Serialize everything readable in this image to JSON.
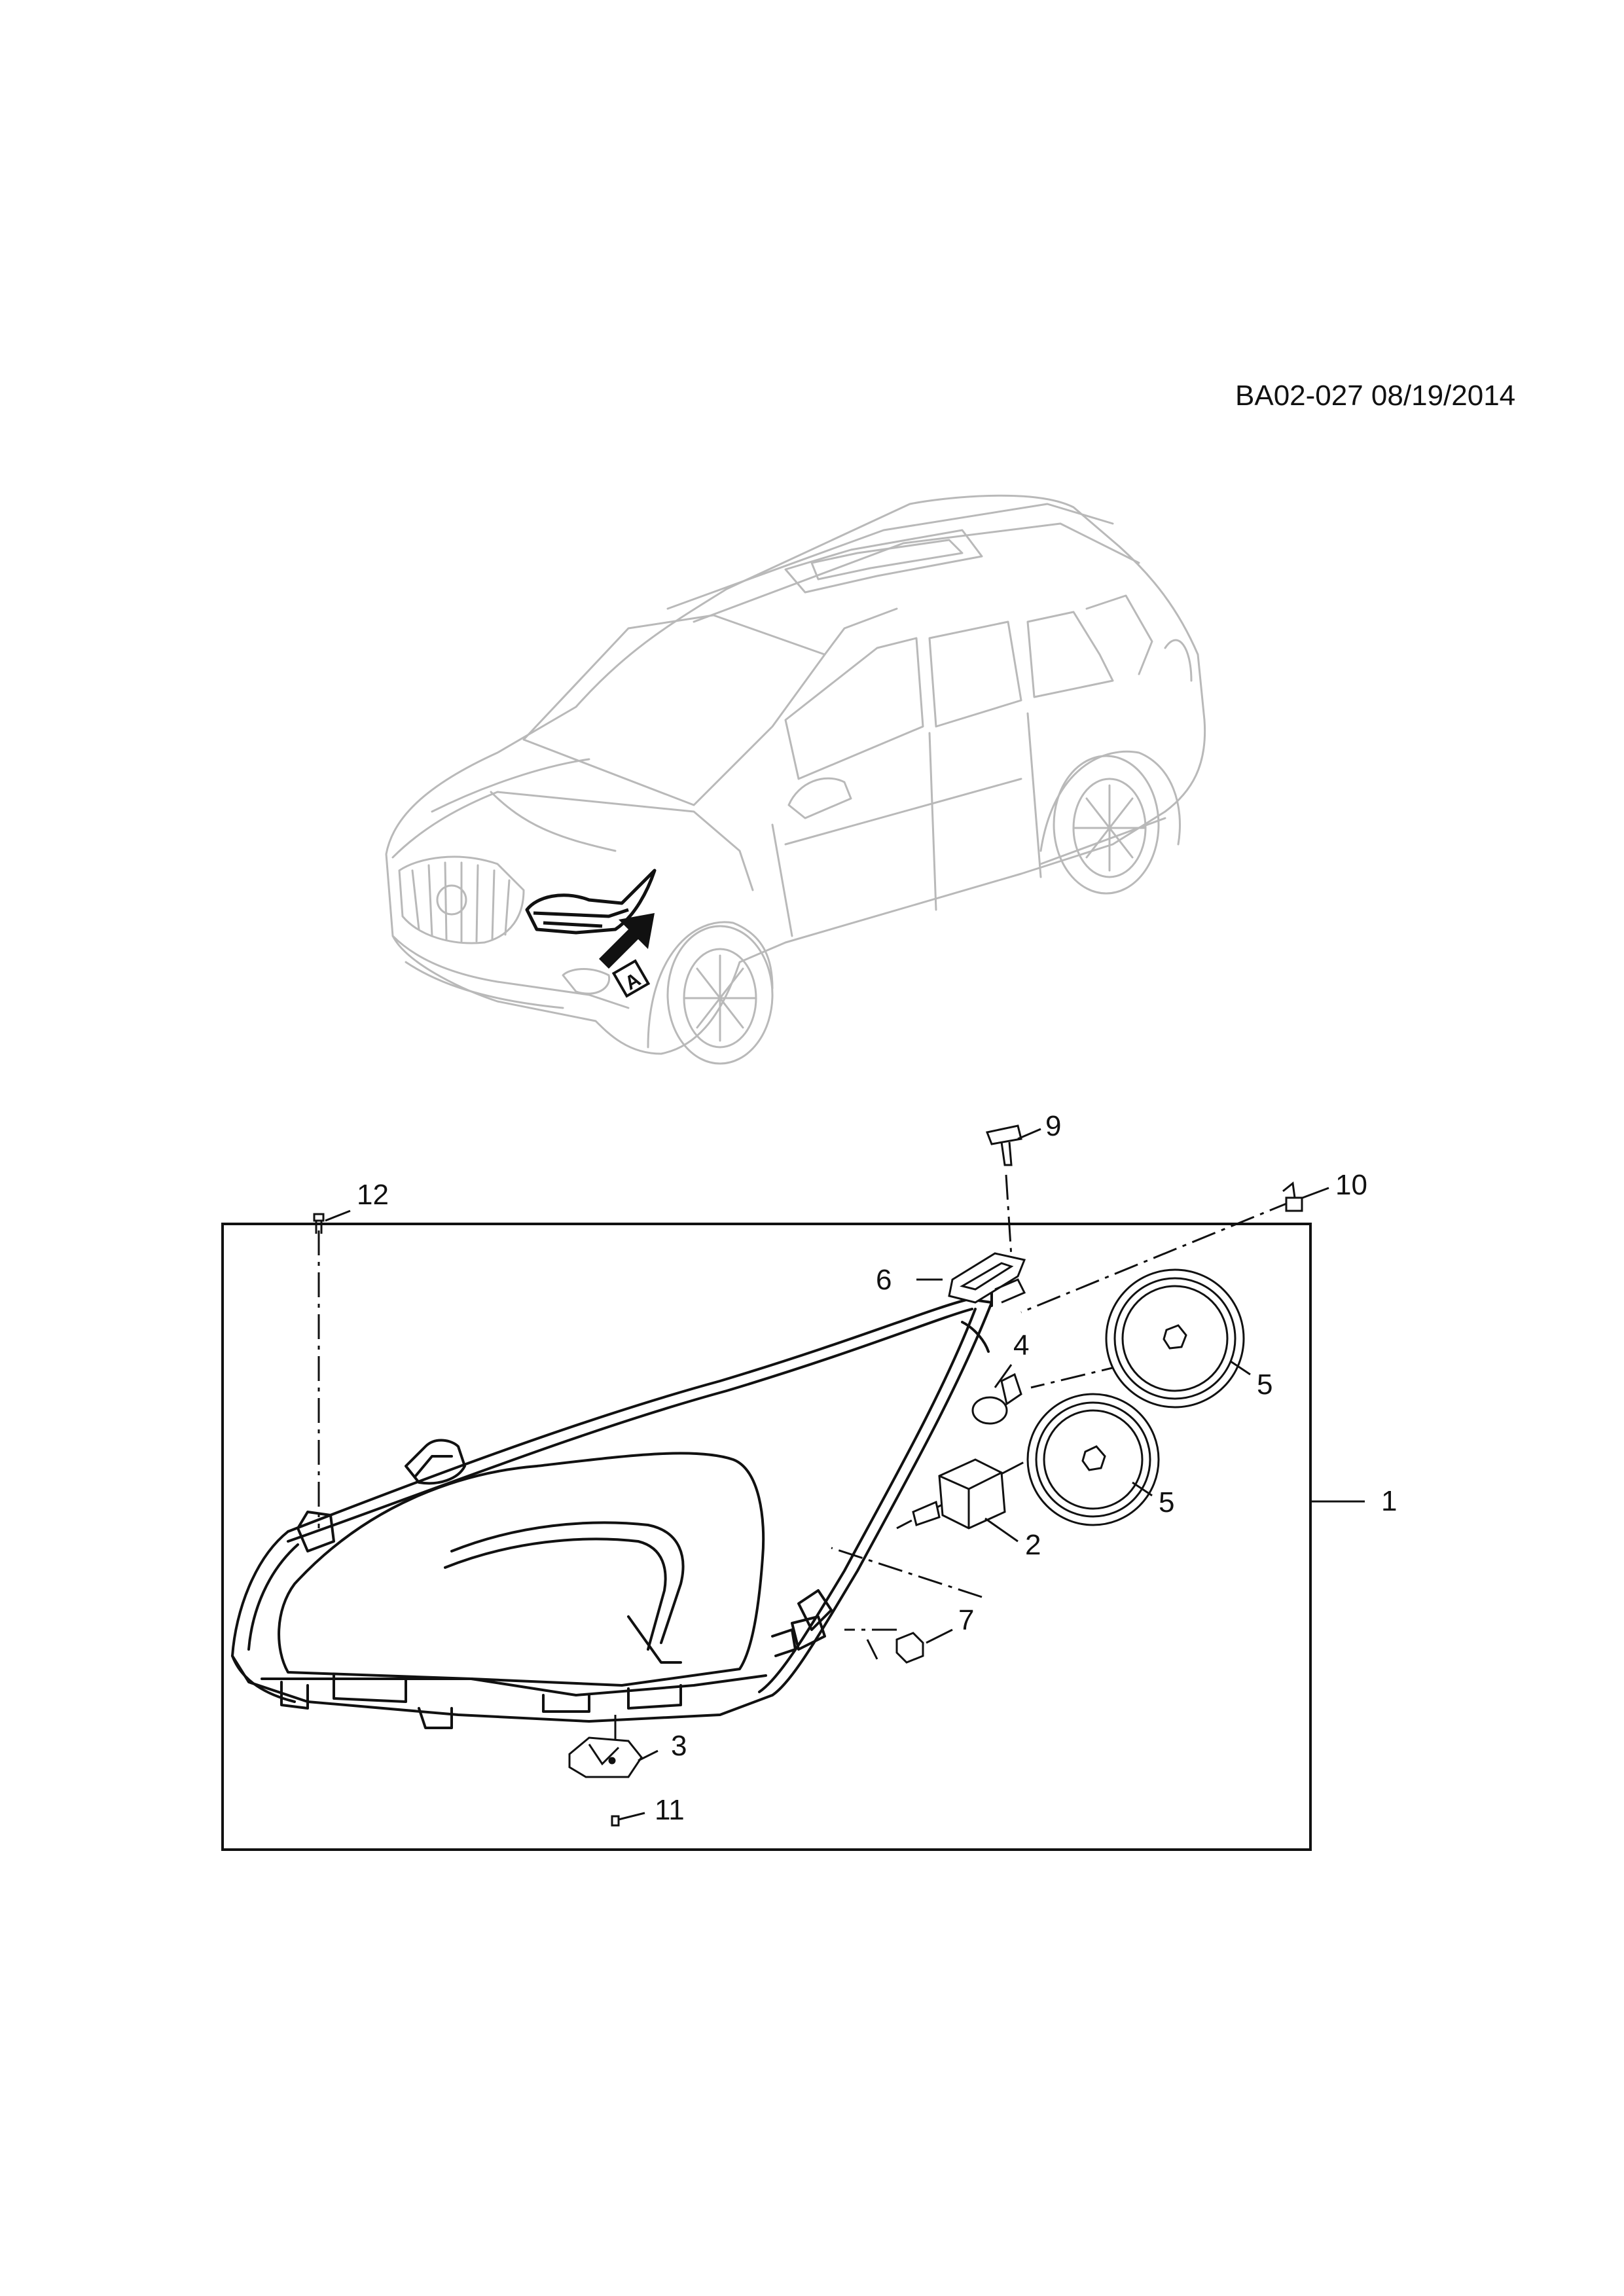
{
  "diagram": {
    "reference": "BA02-027 08/19/2014",
    "view_marker": "A",
    "callouts": {
      "c1": "1",
      "c2": "2",
      "c3": "3",
      "c4": "4",
      "c5a": "5",
      "c5b": "5",
      "c6": "6",
      "c7": "7",
      "c9": "9",
      "c10": "10",
      "c11": "11",
      "c12": "12"
    }
  }
}
